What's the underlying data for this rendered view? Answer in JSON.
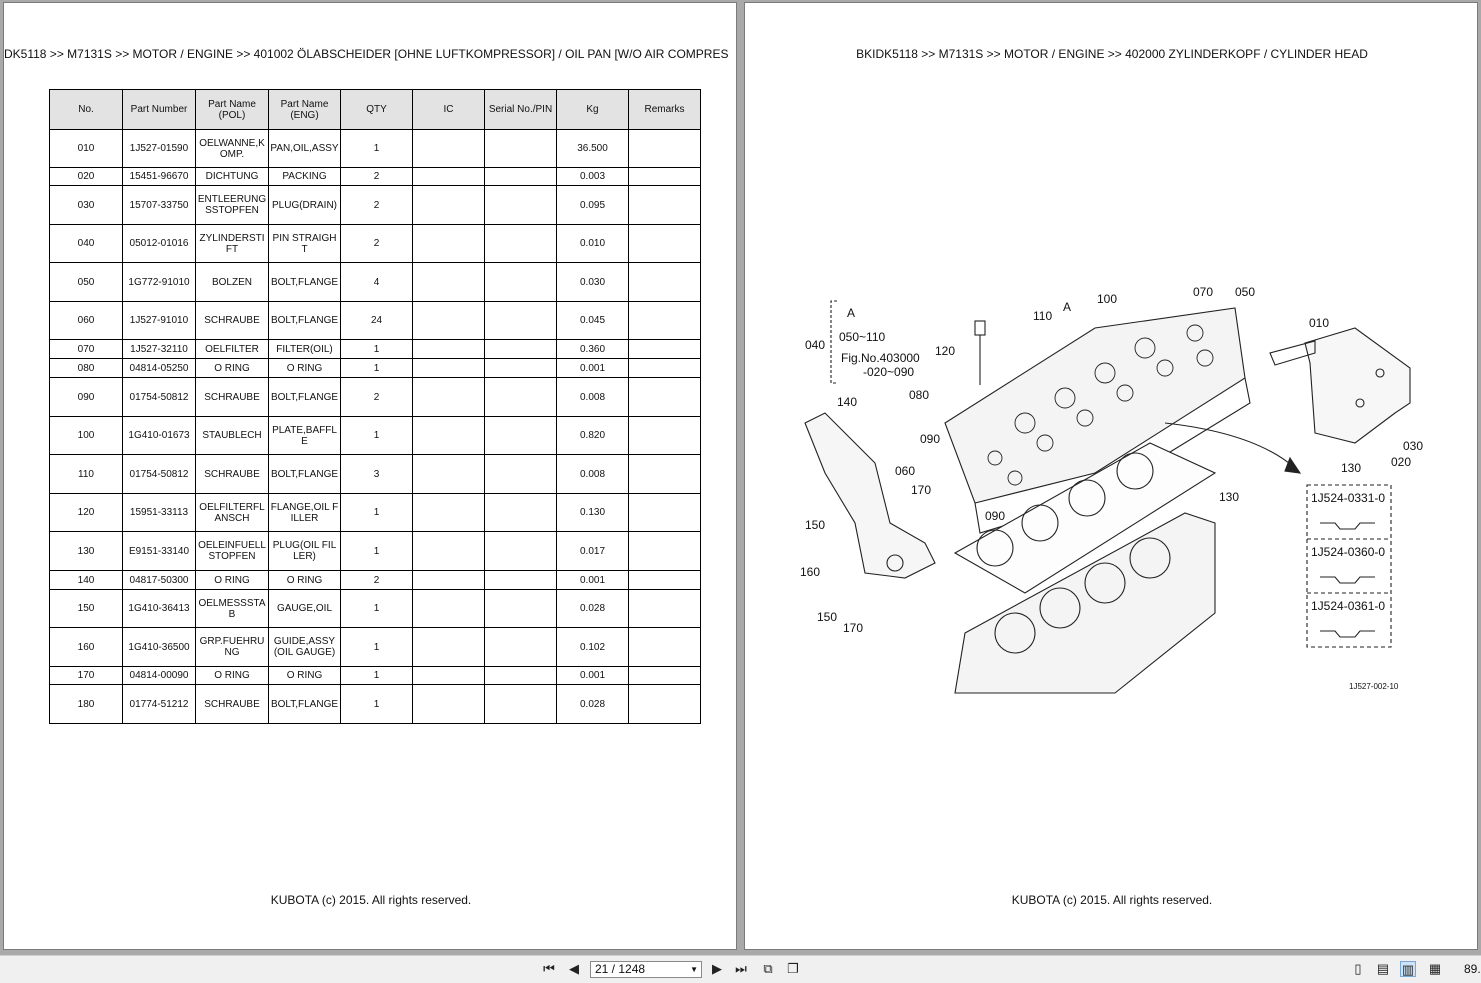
{
  "left_page": {
    "breadcrumb": "DK5118 >> M7131S >> MOTOR / ENGINE >> 401002   ÖLABSCHEIDER [OHNE LUFTKOMPRESSOR] / OIL PAN [W/O AIR COMPRES",
    "footer": "KUBOTA (c) 2015. All rights reserved.",
    "columns": [
      "No.",
      "Part Number",
      "Part Name\n(POL)",
      "Part Name\n(ENG)",
      "QTY",
      "IC",
      "Serial No./PIN",
      "Kg",
      "Remarks"
    ],
    "rows": [
      {
        "no": "010",
        "pn": "1J527-01590",
        "pol": "OELWANNE,KOMP.",
        "eng": "PAN,OIL,ASSY",
        "qty": "1",
        "ic": "",
        "serial": "",
        "kg": "36.500",
        "remarks": "",
        "h": 39
      },
      {
        "no": "020",
        "pn": "15451-96670",
        "pol": "DICHTUNG",
        "eng": "PACKING",
        "qty": "2",
        "ic": "",
        "serial": "",
        "kg": "0.003",
        "remarks": "",
        "h": 19
      },
      {
        "no": "030",
        "pn": "15707-33750",
        "pol": "ENTLEERUNGSSTOPFEN",
        "eng": "PLUG(DRAIN)",
        "qty": "2",
        "ic": "",
        "serial": "",
        "kg": "0.095",
        "remarks": "",
        "h": 40
      },
      {
        "no": "040",
        "pn": "05012-01016",
        "pol": "ZYLINDERSTIFT",
        "eng": "PIN STRAIGHT",
        "qty": "2",
        "ic": "",
        "serial": "",
        "kg": "0.010",
        "remarks": "",
        "h": 39
      },
      {
        "no": "050",
        "pn": "1G772-91010",
        "pol": "BOLZEN",
        "eng": "BOLT,FLANGE",
        "qty": "4",
        "ic": "",
        "serial": "",
        "kg": "0.030",
        "remarks": "",
        "h": 40
      },
      {
        "no": "060",
        "pn": "1J527-91010",
        "pol": "SCHRAUBE",
        "eng": "BOLT,FLANGE",
        "qty": "24",
        "ic": "",
        "serial": "",
        "kg": "0.045",
        "remarks": "",
        "h": 39
      },
      {
        "no": "070",
        "pn": "1J527-32110",
        "pol": "OELFILTER",
        "eng": "FILTER(OIL)",
        "qty": "1",
        "ic": "",
        "serial": "",
        "kg": "0.360",
        "remarks": "",
        "h": 20
      },
      {
        "no": "080",
        "pn": "04814-05250",
        "pol": "O RING",
        "eng": "O RING",
        "qty": "1",
        "ic": "",
        "serial": "",
        "kg": "0.001",
        "remarks": "",
        "h": 20
      },
      {
        "no": "090",
        "pn": "01754-50812",
        "pol": "SCHRAUBE",
        "eng": "BOLT,FLANGE",
        "qty": "2",
        "ic": "",
        "serial": "",
        "kg": "0.008",
        "remarks": "",
        "h": 40
      },
      {
        "no": "100",
        "pn": "1G410-01673",
        "pol": "STAUBLECH",
        "eng": "PLATE,BAFFLE",
        "qty": "1",
        "ic": "",
        "serial": "",
        "kg": "0.820",
        "remarks": "",
        "h": 39
      },
      {
        "no": "110",
        "pn": "01754-50812",
        "pol": "SCHRAUBE",
        "eng": "BOLT,FLANGE",
        "qty": "3",
        "ic": "",
        "serial": "",
        "kg": "0.008",
        "remarks": "",
        "h": 40
      },
      {
        "no": "120",
        "pn": "15951-33113",
        "pol": "OELFILTERFLANSCH",
        "eng": "FLANGE,OIL FILLER",
        "qty": "1",
        "ic": "",
        "serial": "",
        "kg": "0.130",
        "remarks": "",
        "h": 39
      },
      {
        "no": "130",
        "pn": "E9151-33140",
        "pol": "OELEINFUELLSTOPFEN",
        "eng": "PLUG(OIL FILLER)",
        "qty": "1",
        "ic": "",
        "serial": "",
        "kg": "0.017",
        "remarks": "",
        "h": 40
      },
      {
        "no": "140",
        "pn": "04817-50300",
        "pol": "O RING",
        "eng": "O RING",
        "qty": "2",
        "ic": "",
        "serial": "",
        "kg": "0.001",
        "remarks": "",
        "h": 20
      },
      {
        "no": "150",
        "pn": "1G410-36413",
        "pol": "OELMESSSTAB",
        "eng": "GAUGE,OIL",
        "qty": "1",
        "ic": "",
        "serial": "",
        "kg": "0.028",
        "remarks": "",
        "h": 39
      },
      {
        "no": "160",
        "pn": "1G410-36500",
        "pol": "GRP.FUEHRUNG",
        "eng": "GUIDE,ASSY (OIL GAUGE)",
        "qty": "1",
        "ic": "",
        "serial": "",
        "kg": "0.102",
        "remarks": "",
        "h": 40
      },
      {
        "no": "170",
        "pn": "04814-00090",
        "pol": "O RING",
        "eng": "O RING",
        "qty": "1",
        "ic": "",
        "serial": "",
        "kg": "0.001",
        "remarks": "",
        "h": 19
      },
      {
        "no": "180",
        "pn": "01774-51212",
        "pol": "SCHRAUBE",
        "eng": "BOLT,FLANGE",
        "qty": "1",
        "ic": "",
        "serial": "",
        "kg": "0.028",
        "remarks": "",
        "h": 40
      }
    ]
  },
  "right_page": {
    "breadcrumb": "BKIDK5118 >> M7131S >> MOTOR / ENGINE >> 402000   ZYLINDERKOPF / CYLINDER HEAD",
    "footer": "KUBOTA (c) 2015. All rights reserved.",
    "diagram": {
      "callouts": [
        "010",
        "020",
        "030",
        "040",
        "050",
        "060",
        "070",
        "080",
        "090",
        "090",
        "100",
        "110",
        "120",
        "130",
        "130",
        "140",
        "150",
        "150",
        "160",
        "170",
        "170"
      ],
      "ref_letter": "A",
      "ref_letter_2": "A",
      "note_line1": "050~110",
      "note_line2": "Fig.No.403000",
      "note_line3": "-020~090",
      "gaskets": [
        "1J524-0331-0",
        "1J524-0360-0",
        "1J524-0361-0"
      ],
      "figure_id": "1J527-002-10"
    }
  },
  "toolbar": {
    "page_indicator": "21 / 1248",
    "zoom": "89."
  }
}
